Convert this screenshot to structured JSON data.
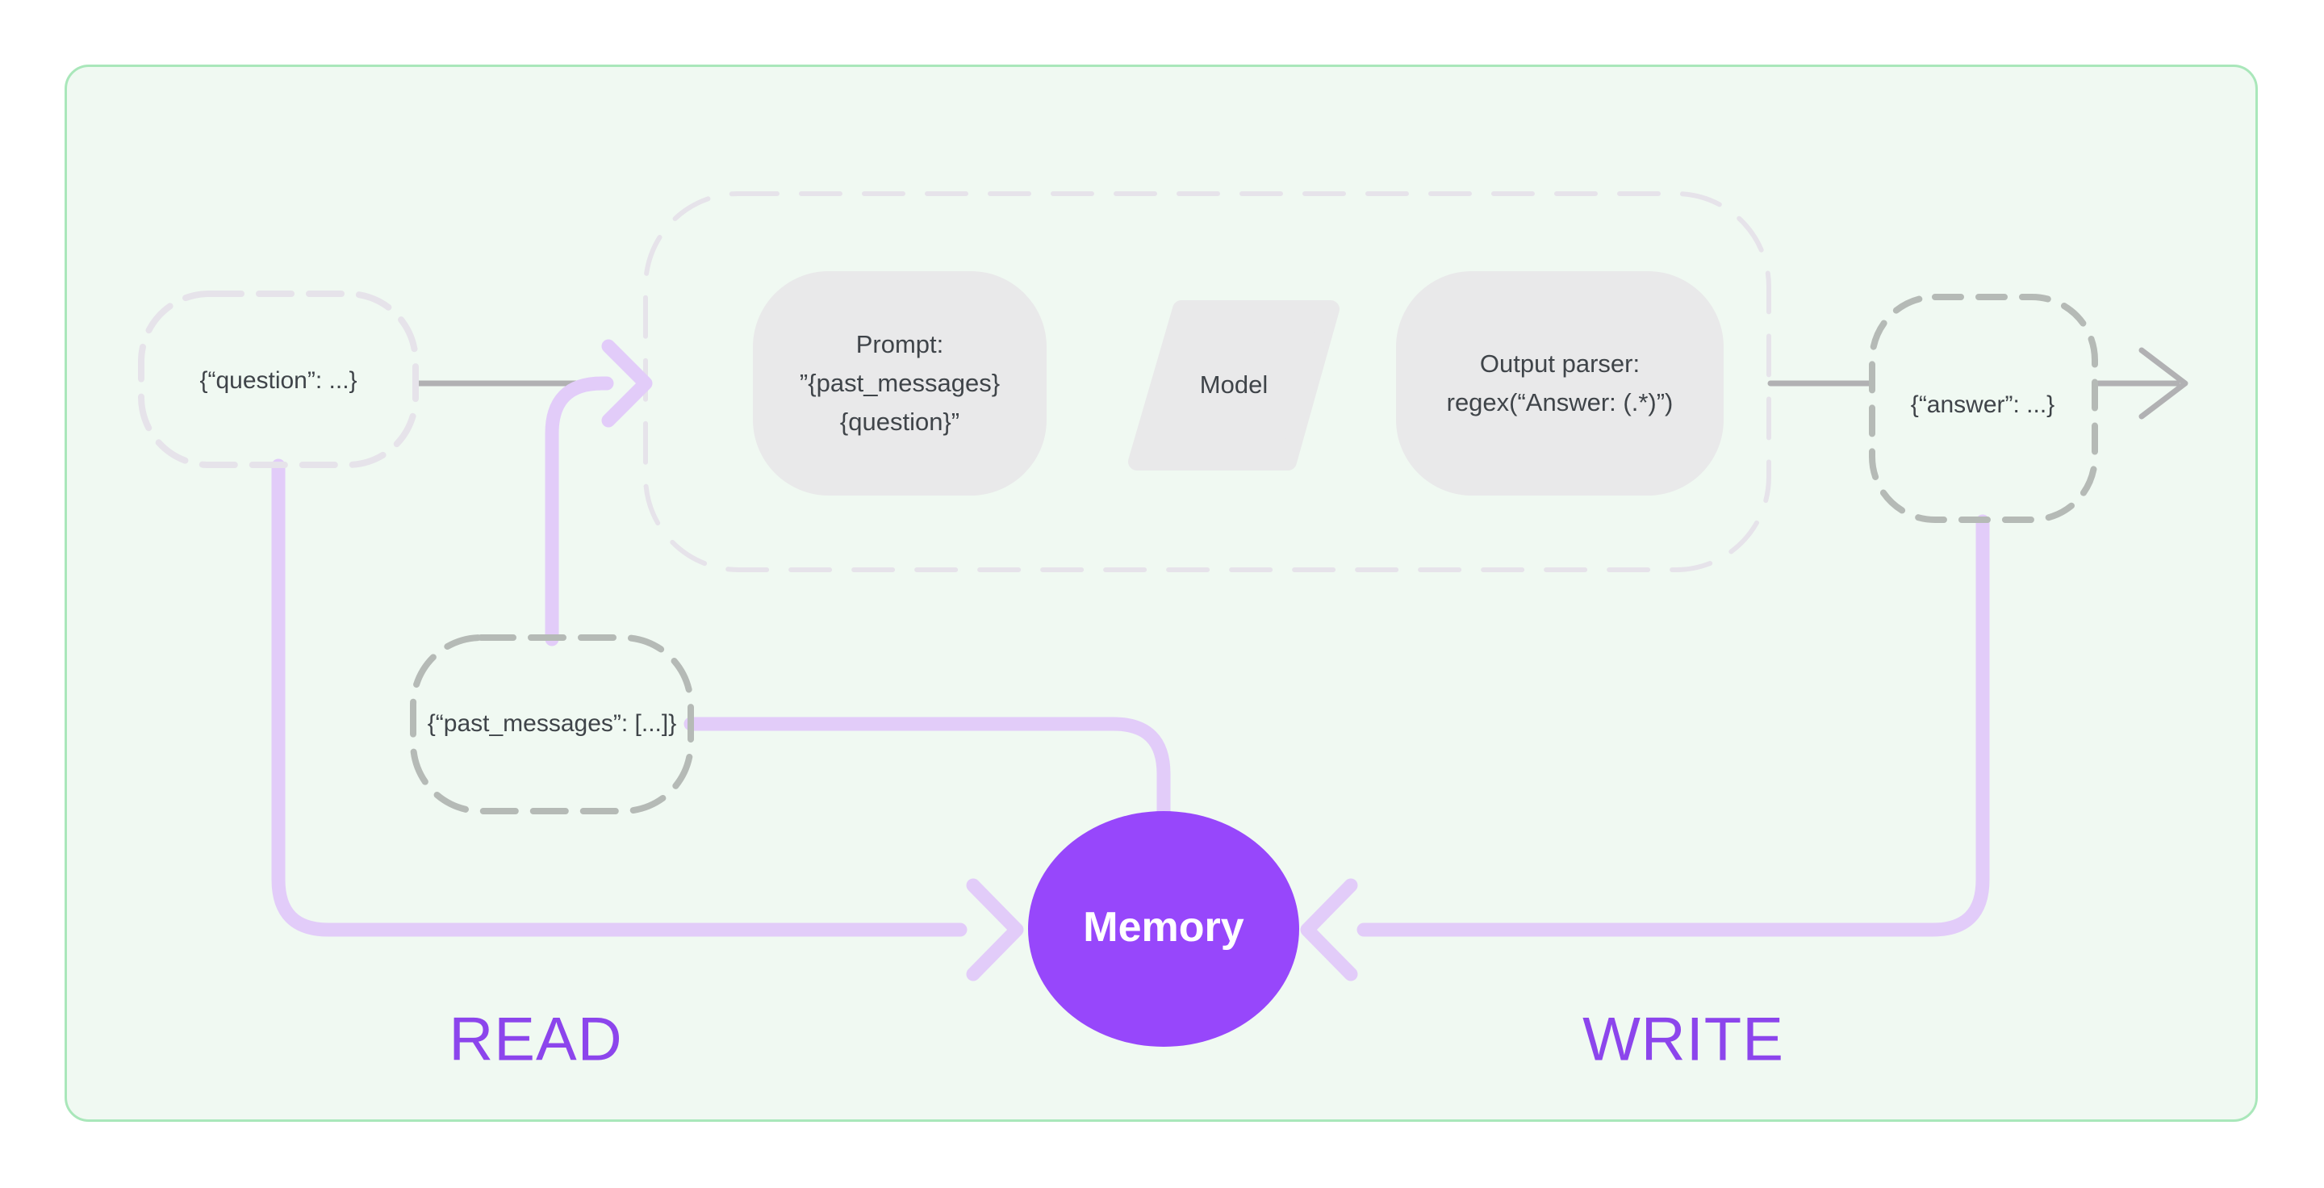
{
  "colors": {
    "page_bg": "#FFFFFF",
    "panel_bg": "#F0F9F2",
    "panel_border": "#A9E7BA",
    "node_fill": "#E9E9EA",
    "dashed_light": "#E6E3EA",
    "dashed_gray": "#B5BAB6",
    "connector_gray": "#B1B1B3",
    "connector_purple": "#E2CCF9",
    "memory_fill": "#9747FB",
    "node_text": "#3F4449",
    "accent_text": "#8C45EC"
  },
  "nodes": {
    "question": {
      "label": "{“question”: ...}"
    },
    "prompt": {
      "lines": [
        "Prompt:",
        "”{past_messages}",
        "{question}”"
      ]
    },
    "model": {
      "label": "Model"
    },
    "output_parser": {
      "lines": [
        "Output parser:",
        "regex(“Answer: (.*)”)"
      ]
    },
    "answer": {
      "label": "{“answer”: ...}"
    },
    "past_messages": {
      "label": "{“past_messages”: [...]}"
    },
    "memory": {
      "label": "Memory"
    }
  },
  "annotations": {
    "read": "READ",
    "write": "WRITE"
  }
}
